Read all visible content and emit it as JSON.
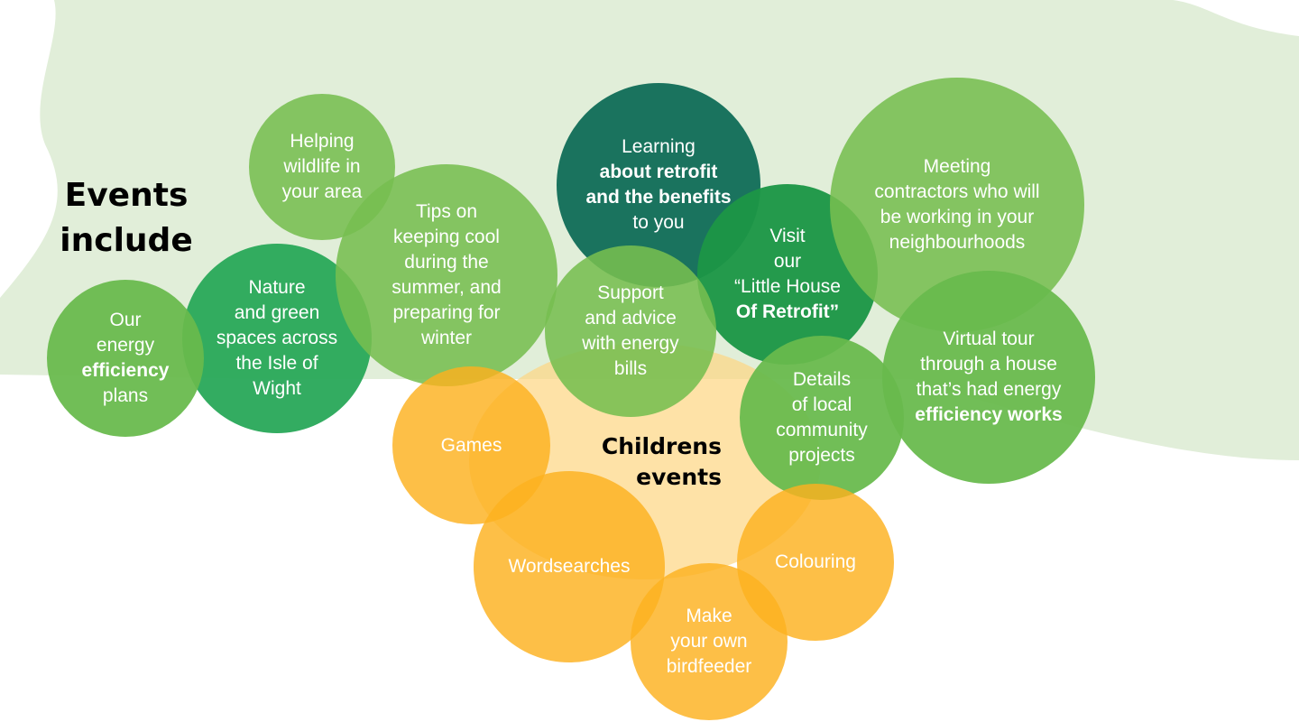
{
  "colors": {
    "background_wash": "#e1eed9",
    "light_green": "#76be50",
    "green": "#28a858",
    "dark_green": "#1c9646",
    "teal": "#146e5a",
    "orange": "#fcb11e",
    "childrens_zone": "#fed582"
  },
  "events_heading": [
    "Events",
    "include"
  ],
  "childrens_heading": [
    "Childrens",
    "events"
  ],
  "bubbles": {
    "energy_efficiency": [
      {
        "text": "Our",
        "bold": false
      },
      {
        "text": "energy",
        "bold": false
      },
      {
        "text": "efficiency",
        "bold": true
      },
      {
        "text": "plans",
        "bold": false
      }
    ],
    "nature": [
      {
        "text": "Nature",
        "bold": false
      },
      {
        "text": "and green",
        "bold": false
      },
      {
        "text": "spaces across",
        "bold": false
      },
      {
        "text": "the Isle of",
        "bold": false
      },
      {
        "text": "Wight",
        "bold": false
      }
    ],
    "wildlife": [
      {
        "text": "Helping",
        "bold": false
      },
      {
        "text": "wildlife in",
        "bold": false
      },
      {
        "text": "your area",
        "bold": false
      }
    ],
    "tips": [
      {
        "text": "Tips on",
        "bold": false
      },
      {
        "text": "keeping cool",
        "bold": false
      },
      {
        "text": "during the",
        "bold": false
      },
      {
        "text": "summer, and",
        "bold": false
      },
      {
        "text": "preparing for",
        "bold": false
      },
      {
        "text": "winter",
        "bold": false
      }
    ],
    "learning": [
      {
        "text": "Learning",
        "bold": false
      },
      {
        "text": "about retrofit",
        "bold": true
      },
      {
        "text": "and the benefits",
        "bold": true
      },
      {
        "text": "to you",
        "bold": false
      }
    ],
    "support": [
      {
        "text": "Support",
        "bold": false
      },
      {
        "text": "and advice",
        "bold": false
      },
      {
        "text": "with energy",
        "bold": false
      },
      {
        "text": "bills",
        "bold": false
      }
    ],
    "visit": [
      {
        "text": "Visit",
        "bold": false
      },
      {
        "text": "our",
        "bold": false
      },
      {
        "text": "“Little House",
        "bold": false
      },
      {
        "text": "Of Retrofit”",
        "bold": true
      }
    ],
    "contractors": [
      {
        "text": "Meeting",
        "bold": false
      },
      {
        "text": "contractors who will",
        "bold": false
      },
      {
        "text": "be working in your",
        "bold": false
      },
      {
        "text": "neighbourhoods",
        "bold": false
      }
    ],
    "virtual_tour": [
      {
        "text": "Virtual tour",
        "bold": false
      },
      {
        "text": "through a house",
        "bold": false
      },
      {
        "text": "that’s had energy",
        "bold": false
      },
      {
        "text": "efficiency works",
        "bold": true
      }
    ],
    "community": [
      {
        "text": "Details",
        "bold": false
      },
      {
        "text": "of local",
        "bold": false
      },
      {
        "text": "community",
        "bold": false
      },
      {
        "text": "projects",
        "bold": false
      }
    ],
    "games": [
      {
        "text": "Games",
        "bold": false
      }
    ],
    "wordsearches": [
      {
        "text": "Wordsearches",
        "bold": false
      }
    ],
    "colouring": [
      {
        "text": "Colouring",
        "bold": false
      }
    ],
    "birdfeeder": [
      {
        "text": "Make",
        "bold": false
      },
      {
        "text": "your own",
        "bold": false
      },
      {
        "text": "birdfeeder",
        "bold": false
      }
    ]
  }
}
